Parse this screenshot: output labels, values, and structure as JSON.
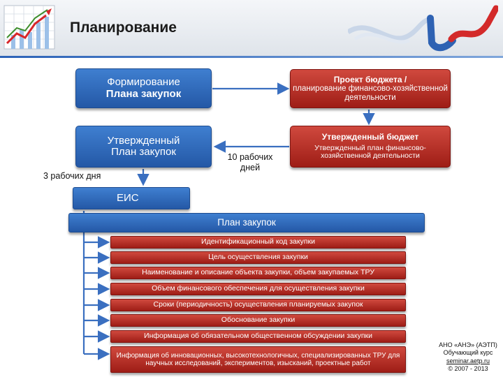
{
  "header": {
    "title": "Планирование"
  },
  "diagram": {
    "form_plan": {
      "line1": "Формирование",
      "line2": "Плана закупок"
    },
    "approved_plan": {
      "line1": "Утвержденный",
      "line2": "План закупок"
    },
    "budget_project": {
      "title": "Проект бюджета /",
      "text": "планирование финансово-хозяйственной деятельности"
    },
    "approved_budget": {
      "title": "Утвержденный бюджет",
      "text": "Утвержденный план финансово-хозяйственной деятельности"
    },
    "days_10": "10 рабочих дней",
    "days_3": "3 рабочих дня",
    "eis": "ЕИС",
    "plan": "План закупок",
    "items": [
      "Идентификационный код закупки",
      "Цель осуществления закупки",
      "Наименование и описание объекта закупки, объем закупаемых ТРУ",
      "Объем финансового обеспечения для осуществления закупки",
      "Сроки (периодичность) осуществления планируемых закупок",
      "Обоснование закупки",
      "Информация об обязательном общественном обсуждении закупки",
      "Информация об инновационных, высокотехнологичных, специализированных ТРУ для научных исследований, экспериментов, изысканий, проектные работ"
    ]
  },
  "footer": {
    "org": "АНО «АНЭ» (АЭТП)",
    "course": "Обучающий курс",
    "site": "seminar.aetp.ru",
    "years": "© 2007 - 2013"
  },
  "colors": {
    "blue": "#2e66b8",
    "red": "#b52a22",
    "arrow": "#3a6fc0"
  }
}
